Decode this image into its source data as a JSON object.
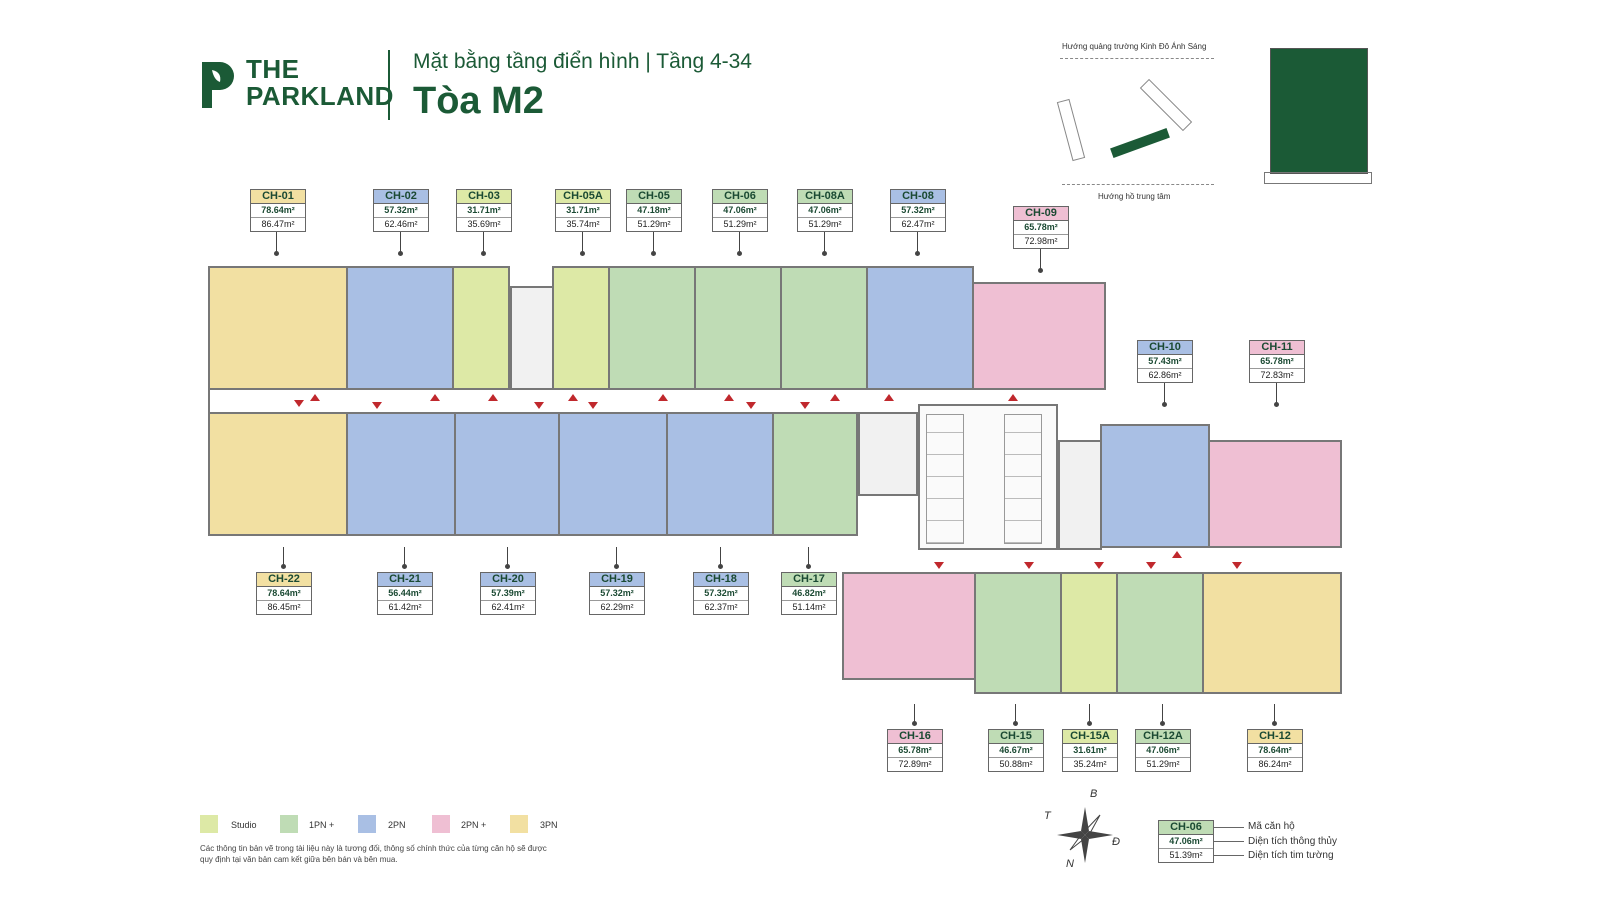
{
  "brand": {
    "line1": "THE",
    "line2": "PARKLAND"
  },
  "header": {
    "subtitle": "Mặt bằng tầng điển hình | Tầng 4-34",
    "title": "Tòa M2"
  },
  "keyplan": {
    "top_label": "Hướng quảng trường Kinh Đô Ánh Sáng",
    "bottom_label": "Hướng hồ trung tâm"
  },
  "colors": {
    "studio": "#dde9a6",
    "one_bed_plus": "#bfdcb5",
    "two_bed": "#a9bfe4",
    "two_bed_plus": "#efbfd3",
    "three_bed": "#f2e0a2",
    "brand": "#1b5a36"
  },
  "units": {
    "u01": {
      "code": "CH-01",
      "area1": "78.64m²",
      "area2": "86.47m²"
    },
    "u02": {
      "code": "CH-02",
      "area1": "57.32m²",
      "area2": "62.46m²"
    },
    "u03": {
      "code": "CH-03",
      "area1": "31.71m²",
      "area2": "35.69m²"
    },
    "u05a": {
      "code": "CH-05A",
      "area1": "31.71m²",
      "area2": "35.74m²"
    },
    "u05": {
      "code": "CH-05",
      "area1": "47.18m²",
      "area2": "51.29m²"
    },
    "u06": {
      "code": "CH-06",
      "area1": "47.06m²",
      "area2": "51.29m²"
    },
    "u08a": {
      "code": "CH-08A",
      "area1": "47.06m²",
      "area2": "51.29m²"
    },
    "u08": {
      "code": "CH-08",
      "area1": "57.32m²",
      "area2": "62.47m²"
    },
    "u09": {
      "code": "CH-09",
      "area1": "65.78m²",
      "area2": "72.98m²"
    },
    "u10": {
      "code": "CH-10",
      "area1": "57.43m²",
      "area2": "62.86m²"
    },
    "u11": {
      "code": "CH-11",
      "area1": "65.78m²",
      "area2": "72.83m²"
    },
    "u22": {
      "code": "CH-22",
      "area1": "78.64m²",
      "area2": "86.45m²"
    },
    "u21": {
      "code": "CH-21",
      "area1": "56.44m²",
      "area2": "61.42m²"
    },
    "u20": {
      "code": "CH-20",
      "area1": "57.39m²",
      "area2": "62.41m²"
    },
    "u19": {
      "code": "CH-19",
      "area1": "57.32m²",
      "area2": "62.29m²"
    },
    "u18": {
      "code": "CH-18",
      "area1": "57.32m²",
      "area2": "62.37m²"
    },
    "u17": {
      "code": "CH-17",
      "area1": "46.82m²",
      "area2": "51.14m²"
    },
    "u16": {
      "code": "CH-16",
      "area1": "65.78m²",
      "area2": "72.89m²"
    },
    "u15": {
      "code": "CH-15",
      "area1": "46.67m²",
      "area2": "50.88m²"
    },
    "u15a": {
      "code": "CH-15A",
      "area1": "31.61m²",
      "area2": "35.24m²"
    },
    "u12a": {
      "code": "CH-12A",
      "area1": "47.06m²",
      "area2": "51.29m²"
    },
    "u12": {
      "code": "CH-12",
      "area1": "78.64m²",
      "area2": "86.24m²"
    }
  },
  "legend": {
    "studio": "Studio",
    "one_bed_plus": "1PN +",
    "two_bed": "2PN",
    "two_bed_plus": "2PN +",
    "three_bed": "3PN",
    "disclaimer": "Các thông tin bản vẽ trong tài liệu này là tương đối, thông số chính thức của từng căn hộ sẽ được quy định tại văn bản cam kết giữa bên bán và bên mua."
  },
  "compass": {
    "n": "N",
    "b": "B",
    "t": "T",
    "d": "Đ"
  },
  "key": {
    "code": "CH-06",
    "area1": "47.06m²",
    "area2": "51.39m²",
    "code_note": "Mã căn hộ",
    "area1_note": "Diện tích thông thủy",
    "area2_note": "Diện tích tim tường"
  }
}
